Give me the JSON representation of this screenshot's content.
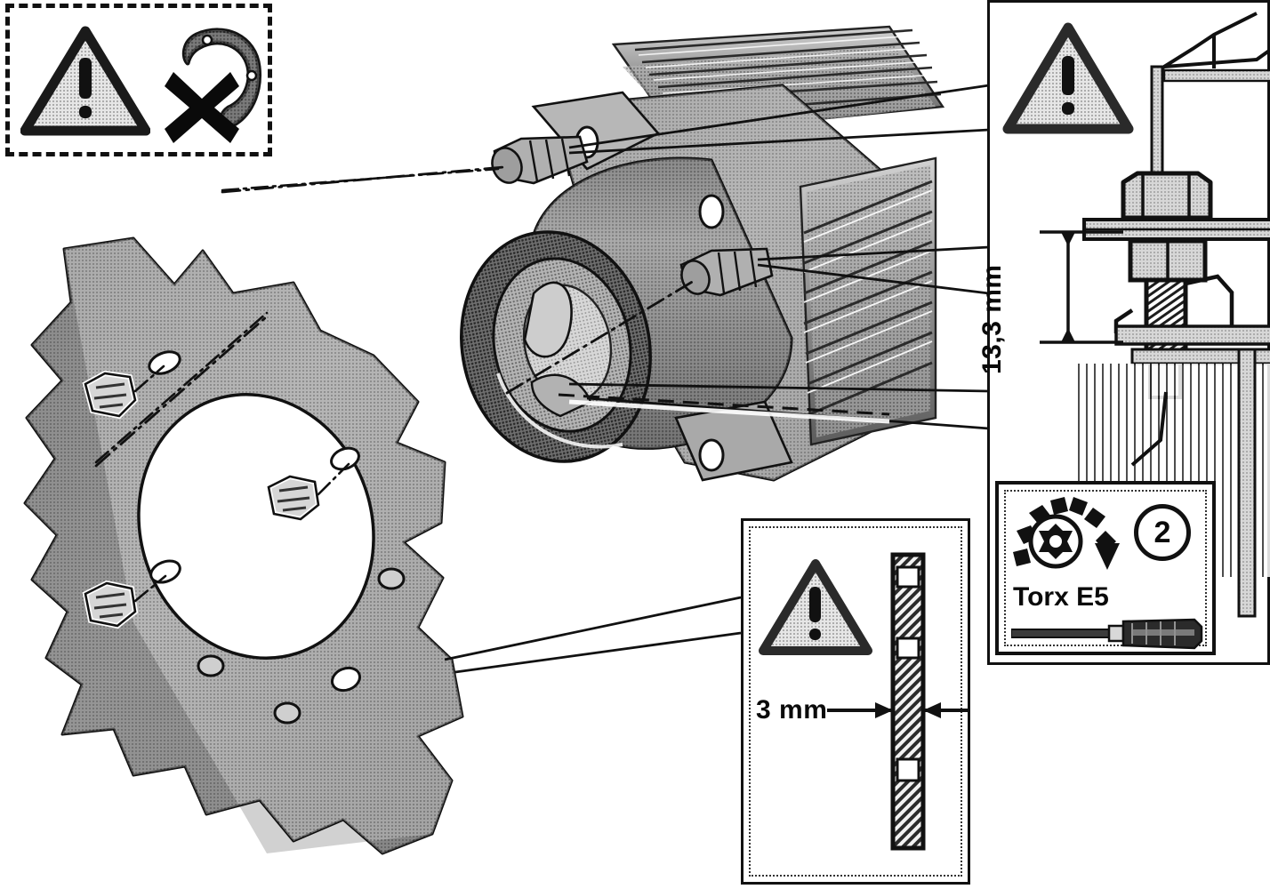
{
  "document": {
    "type": "technical-service-illustration",
    "description": "Exploded assembly diagram of a finned motor housing, mounting plate and fixing screws with callout detail panels"
  },
  "warning_box": {
    "name": "do-not-use-gasket-warning",
    "warning_icon": "warning-triangle-icon",
    "warning_glyph": "!",
    "forbidden_icon": "gasket-ring-icon",
    "cross_glyph": "✕"
  },
  "main_illustration": {
    "motor_label": "finned-motor-housing",
    "plate_label": "star-mounting-plate",
    "screw_label": "fixing-screw",
    "parts": [
      {
        "name": "motor-housing-with-cooling-fins"
      },
      {
        "name": "star-shaped-mounting-plate"
      },
      {
        "name": "fixing-screw-upper"
      },
      {
        "name": "fixing-screw-middle"
      },
      {
        "name": "fixing-screw-lower"
      }
    ]
  },
  "detail_panel_right": {
    "name": "screw-depth-detail",
    "warning_icon": "warning-triangle-icon",
    "warning_glyph": "!",
    "dimension": "13,3 mm",
    "cross_section_label": "screw-cross-section"
  },
  "torx_inset": {
    "name": "torx-tool-inset",
    "tool_label": "Torx E5",
    "quantity": "2",
    "socket_icon": "torx-socket-icon",
    "rotation_icon": "rotation-arrow-icon",
    "screwdriver_icon": "screwdriver-icon"
  },
  "detail_panel_bottom": {
    "name": "plate-thickness-detail",
    "warning_icon": "warning-triangle-icon",
    "warning_glyph": "!",
    "dimension": "3 mm",
    "section_label": "plate-section-bar"
  },
  "colors": {
    "ink": "#111111",
    "paper": "#ffffff",
    "metal_light": "#c9c9c9",
    "metal_mid": "#9a9a9a",
    "metal_dark": "#6f6f6f",
    "metal_darker": "#505050",
    "hatch": "#2b2b2b"
  }
}
